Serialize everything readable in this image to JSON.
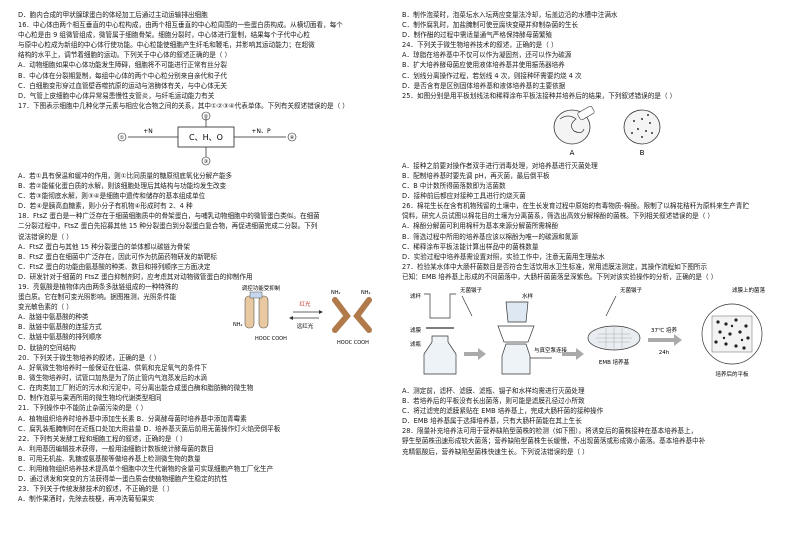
{
  "left": {
    "opt_d_prev": "D．胞内合成的甲状腺球蛋白的体经加工后通过主动运输排出细胞",
    "q16": [
      "16．中心体由两个相互垂直的中心粒构成，由两个相互垂直的中心粒周围的一些蛋白质构成。从横切面看，每个",
      "中心粒是由 9 组微管组成，微管属于细胞骨架。细胞分裂时，中心体进行复制，结果每个子代中心粒",
      "与原中心粒成为新组的中心体行使功能。中心粒能使细胞产生纤毛和鞭毛，并影响其运动能力；在超微",
      "结构的水平上，调节着细胞的运动。下列关于中心体的叙述正确的是（      ）"
    ],
    "q16_opts": [
      "A．动物细胞如果中心体功能发生障碍，细胞将不可能进行正常有丝分裂",
      "B．中心体在分裂期复制，每组中心体的两个中心粒分别来自亲代和子代",
      "C．白细胞变形穿过血管壁吞噬抗原的运动与溶酶体有关，与中心体无关",
      "D．气管上皮细胞中心体异常易患慢性支管炎，与纤毛运动能力有关"
    ],
    "q17": "17．下图表示细胞中几种化学元素与相应化合物之间的关系，其中①②③④代表单体。下列有关叙述错误的是（      ）",
    "q17_opts": [
      "A．若①具有保温和缓冲的作用，则①比同质量的糖原彻底氧化分解产能多",
      "B．若②能催化蛋白质的水解，则该细胞处理后其结构与功能均发生改变",
      "C．若③能彻底水解，则③④是细胞中遗传和储存的基本组成单位",
      "D．若④是胰高血糖素，则小分子有机物④形成时有 2、4 种"
    ],
    "q18": [
      "18．FtsZ 蛋白是一种广泛存在于细菌细胞质中的骨架蛋白，与哺乳动物细胞中的微管蛋白类似。在细菌",
      "二分裂过程中，FtsZ 蛋白先招募其他 15 种分裂蛋白到分裂蛋白复合物，再促进细菌完成二分裂。下列",
      "说法错误的是（      ）"
    ],
    "q18_opts": [
      "A．FtsZ 蛋白与其他 15 种分裂蛋白的单体都以碳链为骨架",
      "B．FtsZ 蛋白在细菌中广泛存在，因此可作为抗菌药物研发的新靶标",
      "C．FtsZ 蛋白的功能由氨基酸的种类、数目和排列顺序三方面决定",
      "D．研发针对于细菌的 FtsZ 蛋白抑制剂时，应考虑其对动物微管蛋白的抑制作用"
    ],
    "q19": [
      "19．亮氨酸是植物体内由两条多肽链组成的一种特殊的",
      "蛋白质。它在制可变光照影响。据图推测，光照条件能",
      "变光敏色素的（      ）"
    ],
    "q19_opts": [
      "A．肽链中氨基酸的种类",
      "B．肽链中氨基酸的连接方式",
      "C．肽链中氨基酸的排列顺序",
      "D．肽链的空间结构"
    ],
    "fig19": {
      "caption": "调控功能受抑制",
      "left_ends": "NH₂",
      "right_ends": "HOOC  COOH",
      "red_label": "红光",
      "farred_label": "远红光",
      "tag": "NH₂"
    },
    "q20": "20．下列关于微生物培养的叙述，正确的是（      ）",
    "q20_opts": [
      "A．好氧微生物培养时一般保证在低温、供氧和充足氧气的条件下",
      "B．微生物培养时，试管口加热是为了防止管内气泡蒸发后的水滴",
      "C．在肉类加工厂附近的污水和污泥中，可分离出能合成蛋白酶和脂肪酶的微生物",
      "D．制作泡菜与果酒所用的微生物均代谢类型相同"
    ],
    "q21": "21．下列操作中不能防止杂菌污染的是（      ）",
    "q21_opts": "A．植物组织培养时培养基中添加生长素      B．分离酵母菌时培养基中添加青霉素",
    "q21_opts2": "C．腐乳装瓶腌制时在近瓶口处加大用盐量      D．培养基灭菌后前用无菌操作灯火焰旁倒平板",
    "q22": "22．下列有关发酵工程和细胞工程的叙述，正确的是（      ）",
    "q22_opts": [
      "A．利用基因编辑技术获得，一般用油细胞计数板统计酵母菌的数目",
      "B．可用无机盐、乳糖或氨基酸等做培养基上检测微生物的数量",
      "C．利用植物组织培养技术提高单个细胞中次生代谢物的含量可实现细胞产物工厂化生产",
      "D．通过诱发和突变的方法获得单一蛋白质会使植物细胞产生稳定的抗性"
    ],
    "q23": "23．下列关于传统发酵技术的叙述，不正确的是（      ）",
    "q23_opts": [
      "A．制作果酒时，先除去枝梗，再冲洗葡萄果实"
    ]
  },
  "right": {
    "q23_rest": [
      "B．制作泡菜时，泡菜坛水入坛两应变量法冷却，坛盖边沿的水槽中注满水",
      "C．制作腐乳时，加盐腌制可使豆腐块变硬并抑制杂菌的生长",
      "D．制作醋的过程中需适量通气严格保持酵母菌繁殖"
    ],
    "q24": "24．下列关于微生物培养技术的叙述，正确的是（      ）",
    "q24_opts": [
      "A．琼脂在培养基中不仅可以作为凝固剂，还可以作为碳源",
      "B．扩大培养酵母菌应使用液体培养基并使用振荡器培养",
      "C．划线分离操作过程，若划线 4 次，则接种环需要灼烧 4 次",
      "D．是否含有是区别固体培养基和液体培养基的主要依据"
    ],
    "q25": "25．如图分别是用平板划线法和稀释涂布平板法接种并培养后的结果，下列叙述错误的是（      ）",
    "fig25": {
      "label_a": "A",
      "label_b": "B"
    },
    "q25_opts": [
      "A．接种之前要对操作者双手进行消毒处理，对培养基进行灭菌处理",
      "B．配制培养基时要先调 pH，再灭菌，最后倒平板",
      "C．B 中计数所得菌落数即为活菌数",
      "D．接种前后都应对接种工具进行灼烧灭菌"
    ],
    "q26": [
      "26．棉花生长在含有机物残留的土壤中，在生长发育过程中原始的有毒物质-棉酚。限制了以棉花秸秆为原料来生产青贮",
      "饲料，研究人员试图以棉花目的土壤为分离菌系，筛选出高效分解棉酚的菌株。下列相关叙述错误的是（      ）"
    ],
    "q26_opts": [
      "A．棉酚分解菌可利用棉秆为基本来源分解菌所需棉酚",
      "B．筛选过程中所用的培养基应该以棉酚为唯一的碳源和氮源",
      "C．稀释涂布平板法能计算出样品中的菌株数量",
      "D．实验过程中培养基需设置对照，实验工作中，注意无菌用生理盐水"
    ],
    "q27": [
      "27．检验某水体中大肠杆菌数目是否符合生活饮用水卫生标准，常用滤膜法测定，其操作流程如下图所示",
      "已知：EMB 培养基上形成的不同菌落中，大肠杆菌菌落呈深紫色。下列对该实验操作的分析，正确的是（      ）"
    ],
    "fig27": {
      "filter_cup": "滤杯",
      "sterile_tweezers": "无菌镊子",
      "water_sample": "水样",
      "sterile_tweezers2": "无菌镊子",
      "membrane_placed": "滤膜上的菌落",
      "filter_membrane": "滤膜",
      "filter_bottle": "滤瓶",
      "pump": "与真空泵连接",
      "emb": "EMB 培养基",
      "temp": "37℃ 培养",
      "time": "24h",
      "plate": "培养后的平板"
    },
    "q27_opts": [
      "A．测定前，滤杯、滤膜、滤瓶、镊子和水样均需进行灭菌处理",
      "B．若培养后的平板没有长出菌落，则可能是滤膜孔径过小所致",
      "C．将过滤完的滤膜紧贴在 EMB 培养基上，完成大肠杆菌的接种操作",
      "D．EMB 培养基属于选择培养基，只有大肠杆菌能在其上生长"
    ],
    "q28": [
      "28．限量补充培养法可用于营养缺陷型菌株的检测（如下图）。将诱变后的菌株接种在基本培养基上，",
      "野生型菌株迅速形成较大菌落；营养缺陷型菌株生长缓慢，不出现菌落或形成微小菌落。基本培养基中补",
      "充精氨酸后，营养缺陷型菌株快速生长。下列说法错误的是（      ）"
    ]
  }
}
